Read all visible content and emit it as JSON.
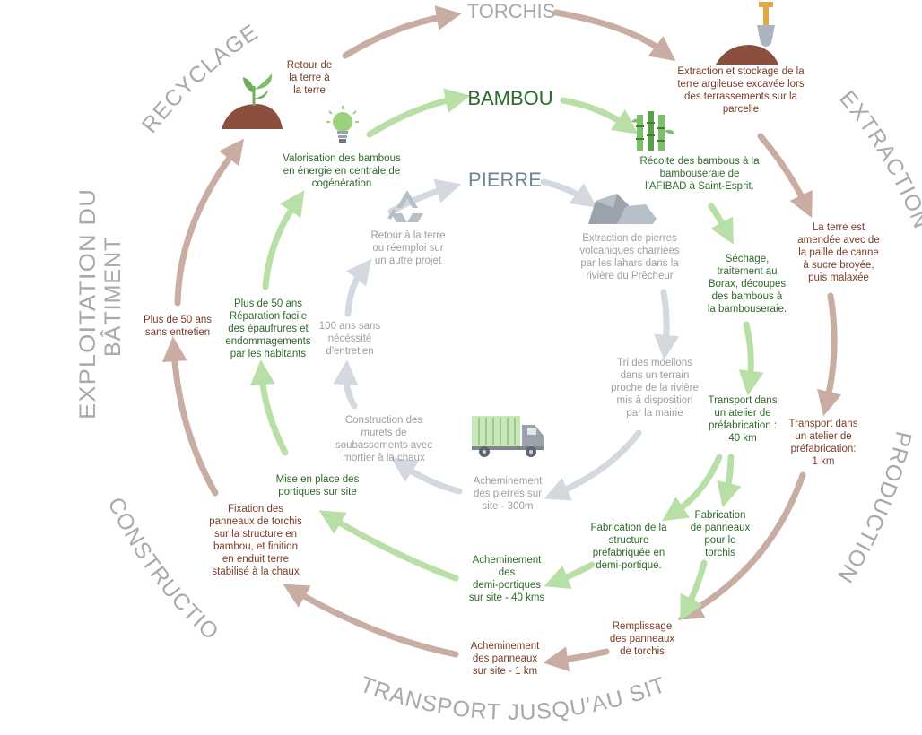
{
  "colors": {
    "torchis": "#c9ada2",
    "bambou": "#b8dfa6",
    "pierre": "#d3d9df",
    "torchis_text": "#7a3b26",
    "bambou_text": "#2d6a2a",
    "pierre_text": "#9aa0a6",
    "stage_text": "#a9a9a9"
  },
  "stages": {
    "recyclage": "RECYCLAGE",
    "extraction": "EXTRACTION",
    "exploitation": "EXPLOITATION DU BÂTIMENT",
    "production": "PRODUCTION",
    "construction": "CONSTRUCTION",
    "transport": "TRANSPORT JUSQU'AU SITE"
  },
  "rings": {
    "torchis": "TORCHIS",
    "bambou": "BAMBOU",
    "pierre": "PIERRE"
  },
  "icons": [
    "plant-in-soil-icon",
    "lightbulb-icon",
    "recycle-icon",
    "shovel-icon",
    "bamboo-icon",
    "rocks-icon",
    "truck-icon"
  ],
  "torchis_steps": {
    "retour_terre": "Retour de\nla terre à\nla terre",
    "extraction": "Extraction et stockage de la\nterre argileuse excavée lors\ndes terrassements sur la\nparcelle",
    "amendee": "La terre est\namendée avec de\nla paille de canne\nà sucre broyée,\npuis malaxée",
    "transport_atelier": "Transport dans\nun atelier de\npréfabrication:\n1 km",
    "remplissage": "Remplissage\ndes panneaux\nde torchis",
    "acheminement": "Acheminement\ndes panneaux\nsur site - 1 km",
    "fixation": "Fixation des\npanneaux de torchis\nsur la structure en\nbambou, et finition\nen enduit terre\nstabilisé à la chaux",
    "exploitation": "Plus de 50 ans\nsans entretien"
  },
  "bambou_steps": {
    "valorisation": "Valorisation des bambous\nen énergie en centrale de\ncogénération",
    "recolte": "Récolte des bambous à la\nbambouseraie de\nl'AFIBAD à Saint-Esprit.",
    "sechage": "Séchage,\ntraitement au\nBorax, découpes\ndes bambous à\nla bambouseraie.",
    "transport_atelier": "Transport dans\nun atelier de\npréfabrication :\n40 km",
    "fabrication_structure": "Fabrication de la\nstructure\npréfabriquée en\ndemi-portique.",
    "fabrication_panneaux": "Fabrication\nde panneaux\npour le\ntorchis",
    "acheminement": "Acheminement\ndes\ndemi-portiques\nsur site - 40 kms",
    "mise_en_place": "Mise en place des\nportiques sur site",
    "exploitation": "Plus de 50 ans\nRéparation facile\ndes épaufrures et\nendommagements\npar les habitants"
  },
  "pierre_steps": {
    "retour": "Retour à la terre\nou réemploi sur\nun autre projet",
    "extraction": "Extraction de pierres\nvolcaniques charriées\npar les lahars dans la\nrivière du Prêcheur",
    "tri": "Tri des moellons\ndans un terrain\nproche de la rivière\nmis à disposition\npar la mairie",
    "acheminement": "Acheminement\ndes pierres sur\nsite - 300m",
    "construction": "Construction des\nmurets de\nsoubassements avec\nmortier à la chaux",
    "exploitation": "100 ans sans\nnécéssité\nd'entretien"
  }
}
